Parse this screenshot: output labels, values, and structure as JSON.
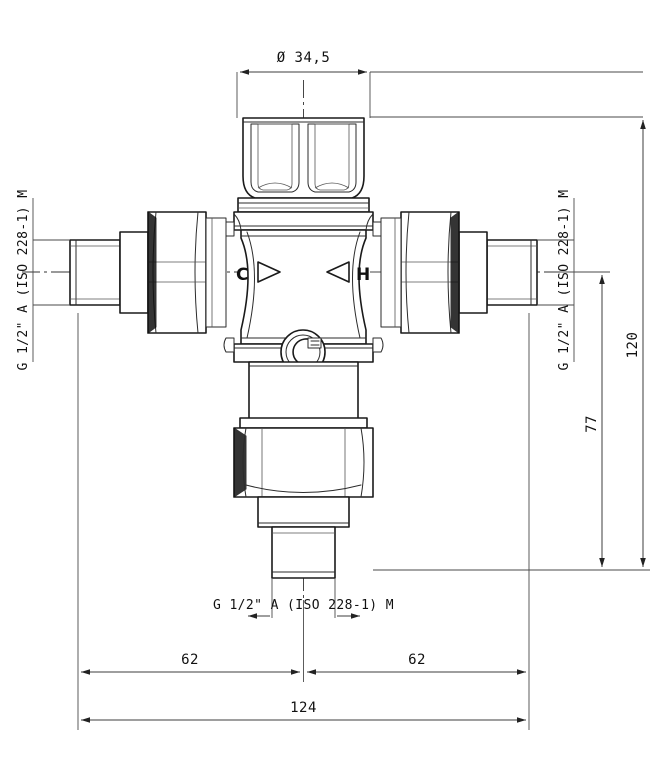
{
  "drawing": {
    "title": "Thermostatic mixing valve dimensional drawing",
    "type": "technical-engineering-drawing",
    "units": "mm",
    "dimensions": {
      "top_diameter": {
        "label": "Ø 34,5",
        "value": 34.5,
        "symbol": "Ø",
        "orientation": "horizontal",
        "position": "top"
      },
      "overall_width": {
        "label": "124",
        "value": 124,
        "orientation": "horizontal",
        "position": "bottom-outer"
      },
      "left_half_width": {
        "label": "62",
        "value": 62,
        "orientation": "horizontal",
        "position": "bottom-inner-left"
      },
      "right_half_width": {
        "label": "62",
        "value": 62,
        "orientation": "horizontal",
        "position": "bottom-inner-right"
      },
      "overall_height": {
        "label": "120",
        "value": 120,
        "orientation": "vertical",
        "position": "right-outer"
      },
      "center_to_bottom_height": {
        "label": "77",
        "value": 77,
        "orientation": "vertical",
        "position": "right-inner"
      }
    },
    "thread_labels": {
      "left_port": "G 1/2\" A (ISO 228-1) M",
      "right_port": "G 1/2\" A (ISO 228-1) M",
      "bottom_port": "G 1/2\" A (ISO 228-1) M"
    },
    "port_markings": {
      "cold_inlet": {
        "letter": "C",
        "meaning": "cold inlet",
        "arrow": "right",
        "side": "left"
      },
      "hot_inlet": {
        "letter": "H",
        "meaning": "hot inlet",
        "arrow": "left",
        "side": "right"
      }
    },
    "components": [
      {
        "name": "adjustment-knob",
        "position": "top",
        "description": "knurled temperature adjustment cap"
      },
      {
        "name": "valve-body",
        "position": "center",
        "description": "central mixing body with tapered flanks"
      },
      {
        "name": "left-union-nut",
        "position": "left",
        "description": "hex union nut"
      },
      {
        "name": "right-union-nut",
        "position": "right",
        "description": "hex union nut"
      },
      {
        "name": "bottom-union-nut",
        "position": "bottom",
        "description": "hex union nut at mixed outlet"
      },
      {
        "name": "brand-logo",
        "position": "body-lower-center",
        "description": "circular manufacturer logo"
      },
      {
        "name": "name-plate",
        "position": "body-lower-center",
        "description": "rounded rectangular name plate"
      }
    ],
    "colors": {
      "line": "#1a1a1a",
      "dimension_line": "#3d3d3d",
      "background": "#ffffff"
    }
  }
}
